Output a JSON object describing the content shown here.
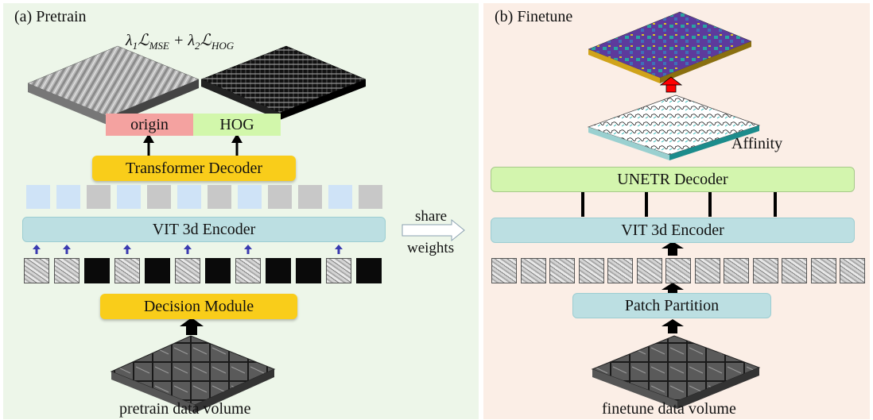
{
  "left": {
    "title": "(a) Pretrain",
    "loss": "λ₁ℒ_MSE + λ₂ℒ_HOG",
    "target_origin": "origin",
    "target_hog": "HOG",
    "decoder": "Transformer Decoder",
    "encoder": "VIT 3d Encoder",
    "decision": "Decision Module",
    "volume_label": "pretrain data volume",
    "tokens": [
      "blue",
      "blue",
      "gray",
      "blue",
      "gray",
      "blue",
      "gray",
      "blue",
      "gray",
      "gray",
      "blue",
      "gray"
    ],
    "patches": [
      "em",
      "em",
      "black",
      "em",
      "black",
      "em",
      "black",
      "em",
      "black",
      "black",
      "em",
      "black"
    ]
  },
  "middle": {
    "share_line1": "share",
    "share_line2": "weights"
  },
  "right": {
    "title": "(b) Finetune",
    "affinity": "Affinity",
    "decoder": "UNETR Decoder",
    "encoder": "VIT 3d Encoder",
    "partition": "Patch Partition",
    "volume_label": "finetune data volume"
  },
  "colors": {
    "left_bg": "#edf6e9",
    "right_bg": "#fbeee6",
    "yellow": "#f9cd1a",
    "teal": "#bcdfe2",
    "green": "#d3f5ae",
    "pink": "#f4a2a0",
    "lime": "#d2f7ab",
    "token_blue": "#cfe3f7",
    "token_gray": "#c8c8c8",
    "arrow_blue": "#3b3bb0",
    "seg_red": "#ff0000"
  }
}
